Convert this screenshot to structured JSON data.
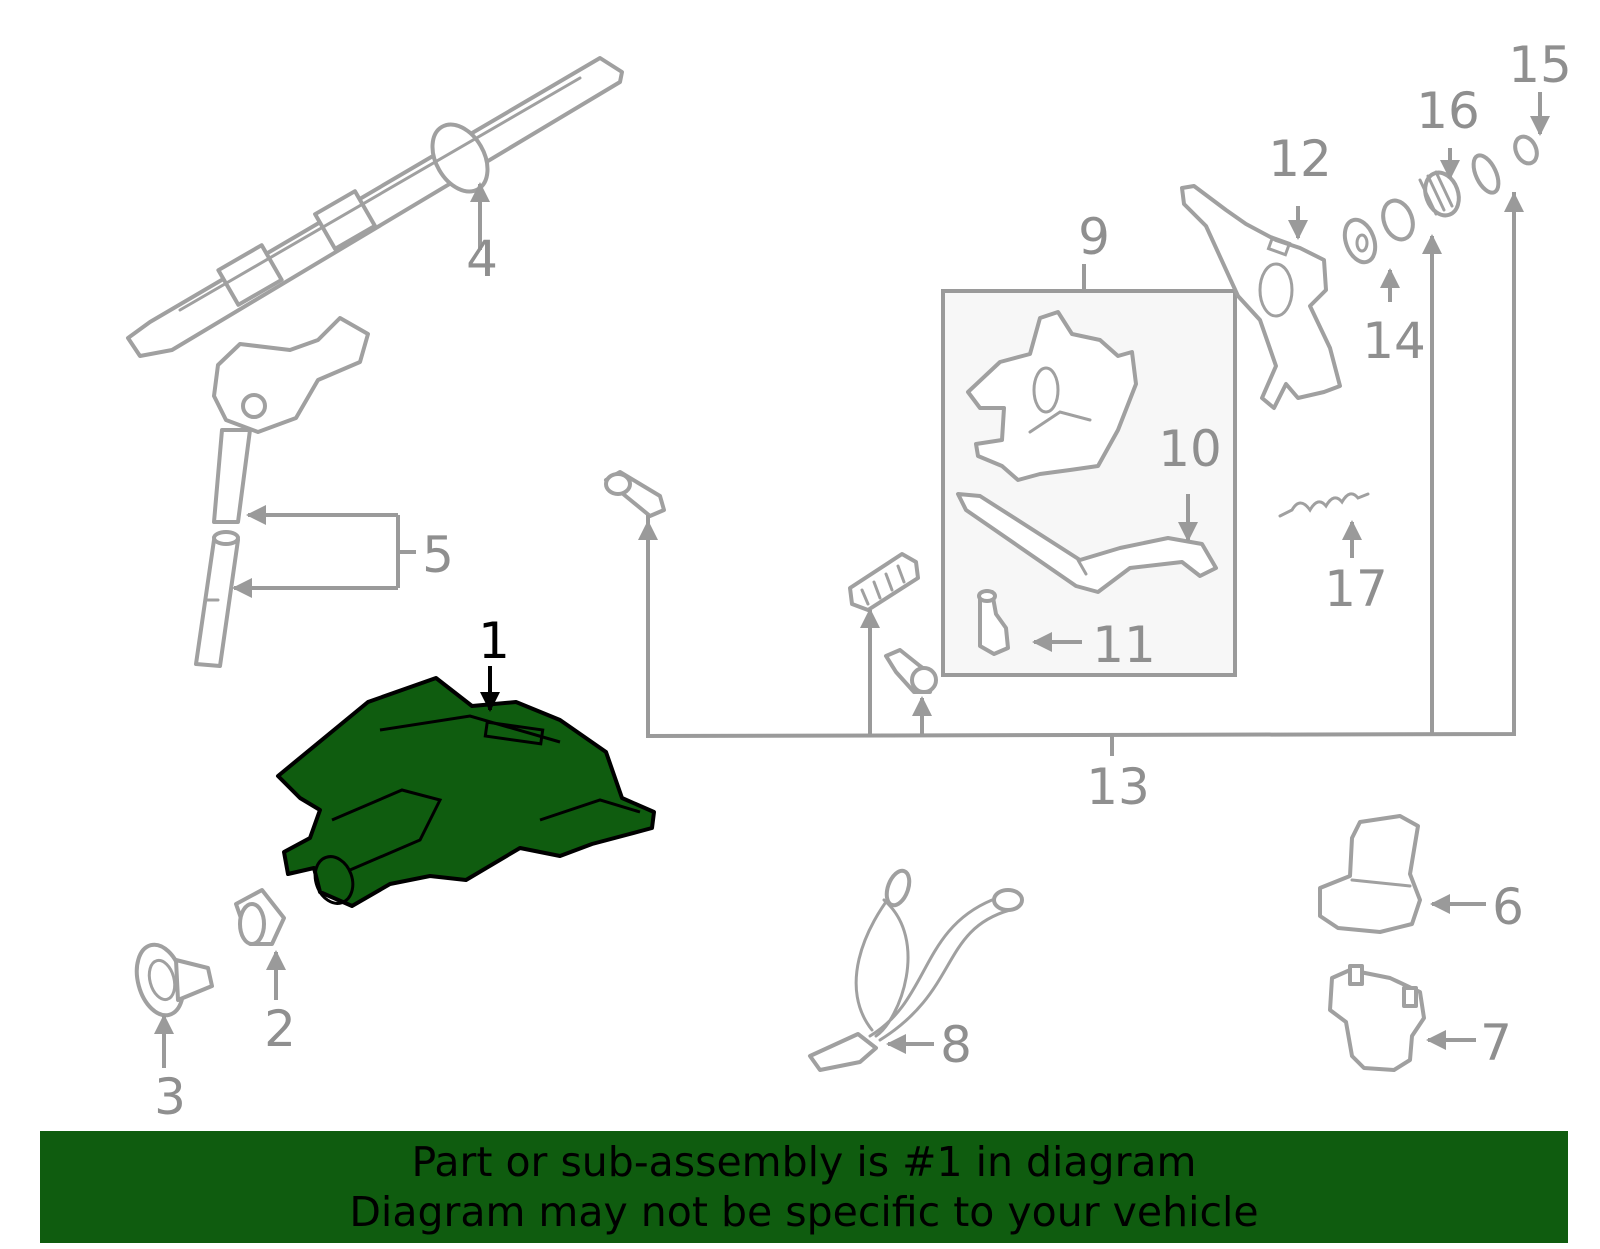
{
  "diagram": {
    "callouts": [
      {
        "id": "1",
        "label": "1",
        "highlighted": true
      },
      {
        "id": "2",
        "label": "2"
      },
      {
        "id": "3",
        "label": "3"
      },
      {
        "id": "4",
        "label": "4"
      },
      {
        "id": "5",
        "label": "5"
      },
      {
        "id": "6",
        "label": "6"
      },
      {
        "id": "7",
        "label": "7"
      },
      {
        "id": "8",
        "label": "8"
      },
      {
        "id": "9",
        "label": "9"
      },
      {
        "id": "10",
        "label": "10"
      },
      {
        "id": "11",
        "label": "11"
      },
      {
        "id": "12",
        "label": "12"
      },
      {
        "id": "13",
        "label": "13"
      },
      {
        "id": "14",
        "label": "14"
      },
      {
        "id": "15",
        "label": "15"
      },
      {
        "id": "16",
        "label": "16"
      },
      {
        "id": "17",
        "label": "17"
      }
    ],
    "colors": {
      "highlight": "#0f5c0f",
      "part_outline": "#a0a0a0",
      "callout_text": "#8f8f8f"
    }
  },
  "banner": {
    "line1": "Part or sub-assembly is #1 in diagram",
    "line2": "Diagram may not be specific to your vehicle"
  }
}
